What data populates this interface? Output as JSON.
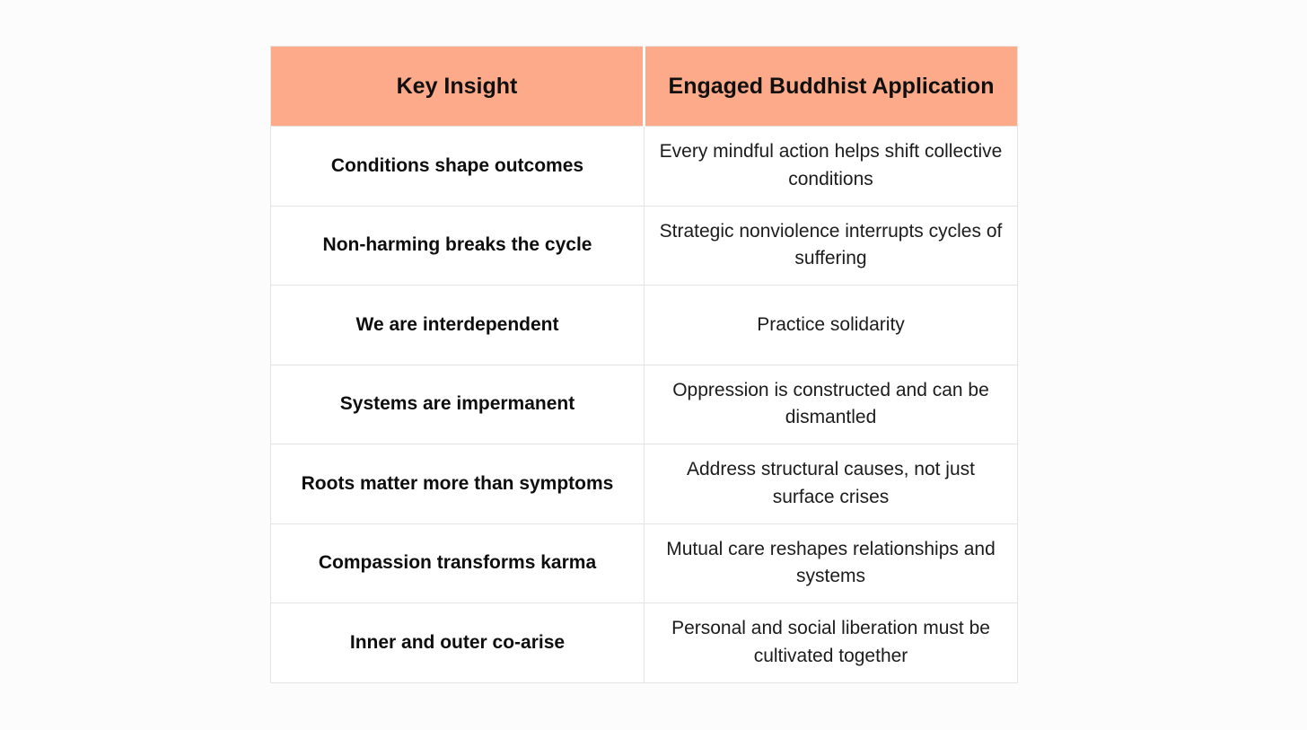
{
  "table": {
    "header": {
      "col1": "Key Insight",
      "col2": "Engaged Buddhist Application"
    },
    "rows": [
      {
        "insight": "Conditions shape outcomes",
        "application": "Every mindful action helps shift collective conditions"
      },
      {
        "insight": "Non-harming breaks the cycle",
        "application": "Strategic nonviolence interrupts cycles of suffering"
      },
      {
        "insight": "We are interdependent",
        "application": "Practice solidarity"
      },
      {
        "insight": "Systems are impermanent",
        "application": "Oppression is constructed and can be dismantled"
      },
      {
        "insight": "Roots matter more than symptoms",
        "application": "Address structural causes, not just surface crises"
      },
      {
        "insight": "Compassion transforms karma",
        "application": "Mutual care reshapes relationships and systems"
      },
      {
        "insight": "Inner and outer co-arise",
        "application": "Personal and social liberation must be cultivated together"
      }
    ],
    "colors": {
      "header_bg": "#FCAA8A",
      "border": "#E4E4E4",
      "text": "#141414",
      "page_bg": "#FCFCFC"
    }
  }
}
